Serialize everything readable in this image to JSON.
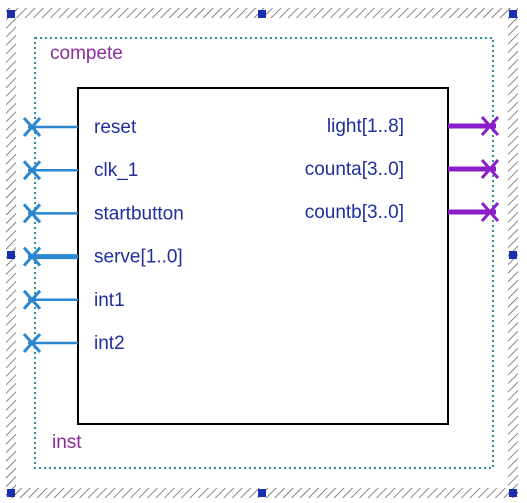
{
  "symbol": {
    "entity_name": "compete",
    "instance_name": "inst",
    "inputs": [
      {
        "label": "reset",
        "bus": false
      },
      {
        "label": "clk_1",
        "bus": false
      },
      {
        "label": "startbutton",
        "bus": false
      },
      {
        "label": "serve[1..0]",
        "bus": true
      },
      {
        "label": "int1",
        "bus": false
      },
      {
        "label": "int2",
        "bus": false
      }
    ],
    "outputs": [
      {
        "label": "light[1..8]",
        "bus": true
      },
      {
        "label": "counta[3..0]",
        "bus": true
      },
      {
        "label": "countb[3..0]",
        "bus": true
      }
    ]
  },
  "colors": {
    "input_wire": "#2a87d0",
    "output_wire": "#8a1fc7",
    "label_text": "#1f2f9c",
    "entity_text": "#8a2c9c",
    "hatch": "#555555",
    "instance_border": "#2a9090",
    "handle": "#1a2fb0"
  }
}
